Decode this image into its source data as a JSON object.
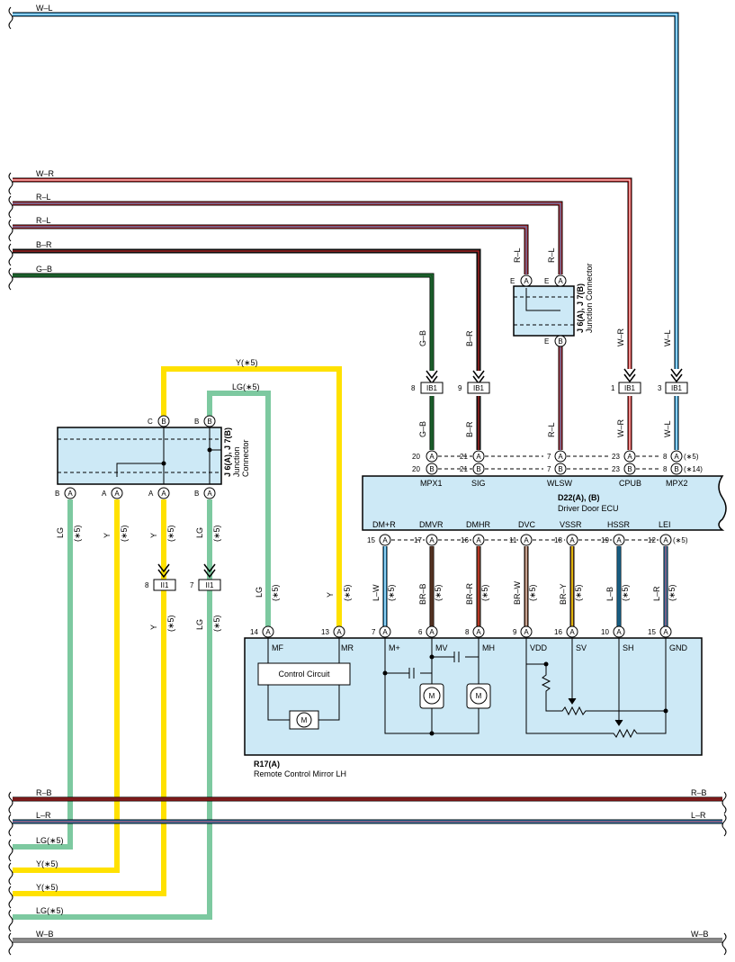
{
  "colors": {
    "W": "#ffffff",
    "B": "#1a1a1a",
    "L": "#1aa0e8",
    "R": "#e02020",
    "G": "#1e9e3c",
    "LG": "#7dc9a0",
    "Y": "#ffe100",
    "BR": "#8b4a2a",
    "panel": "#cde9f6",
    "outline": "#000000"
  },
  "wire_labels": {
    "top_wl": "W–L",
    "wr": "W–R",
    "rl1": "R–L",
    "rl2": "R–L",
    "br": "B–R",
    "gb": "G–B",
    "bottom_rb": "R–B",
    "bottom_lr": "L–R",
    "bottom_lg1": "LG(∗5)",
    "bottom_y1": "Y(∗5)",
    "bottom_y2": "Y(∗5)",
    "bottom_lg2": "LG(∗5)",
    "bottom_wb": "W–B",
    "y_top": "Y(∗5)",
    "lg_top": "LG(∗5)"
  },
  "components": {
    "j6_right": {
      "title": "J 6(A), J 7(B)",
      "sub": "Junction Connector"
    },
    "j6_left": {
      "title": "J 6(A), J 7(B)",
      "sub1": "Junction",
      "sub2": "Connector"
    },
    "ecu": {
      "title": "D22(A), (B)",
      "sub": "Driver Door ECU",
      "top_pins": [
        "MPX1",
        "SIG",
        "WLSW",
        "CPUB",
        "MPX2"
      ],
      "bottom_pins": [
        "DM+R",
        "DMVR",
        "DMHR",
        "DVC",
        "VSSR",
        "HSSR",
        "LEI"
      ]
    },
    "mirror": {
      "title": "R17(A)",
      "sub": "Remote Control Mirror LH",
      "pins": [
        "MF",
        "MR",
        "M+",
        "MV",
        "MH",
        "VDD",
        "SV",
        "SH",
        "GND"
      ],
      "control": "Control Circuit",
      "motor": "M"
    },
    "ib1": "IB1",
    "ii1": "II1"
  },
  "pin_numbers": {
    "ecu_top_a": [
      "20",
      "21",
      "7",
      "23",
      "8"
    ],
    "ecu_top_b": [
      "20",
      "21",
      "7",
      "23",
      "8"
    ],
    "ecu_bottom": [
      "15",
      "17",
      "16",
      "11",
      "18",
      "19",
      "12"
    ],
    "mirror": [
      "14",
      "13",
      "7",
      "6",
      "8",
      "9",
      "16",
      "10",
      "15"
    ],
    "ib1": [
      "8",
      "9",
      "1",
      "3"
    ],
    "ii1": [
      "8",
      "7"
    ],
    "notes": {
      "a5": "(∗5)",
      "b14": "(∗14)"
    }
  },
  "vertical_labels": {
    "ecu_lower": [
      {
        "w": "L–W",
        "n": "(∗5)"
      },
      {
        "w": "BR–B",
        "n": "(∗5)"
      },
      {
        "w": "BR–R",
        "n": "(∗5)"
      },
      {
        "w": "BR–W",
        "n": "(∗5)"
      },
      {
        "w": "BR–Y",
        "n": "(∗5)"
      },
      {
        "w": "L–B",
        "n": "(∗5)"
      },
      {
        "w": "L–R",
        "n": "(∗5)"
      }
    ],
    "upper": [
      "G–B",
      "B–R",
      "R–L",
      "R–L",
      "W–R",
      "W–L"
    ],
    "middle": [
      "G–B",
      "B–R",
      "R–L",
      "W–R",
      "W–L"
    ],
    "left_j": [
      {
        "w": "LG",
        "n": "(∗5)"
      },
      {
        "w": "Y",
        "n": "(∗5)"
      },
      {
        "w": "Y",
        "n": "(∗5)"
      },
      {
        "w": "LG",
        "n": "(∗5)"
      }
    ],
    "left_low": [
      {
        "w": "Y",
        "n": "(∗5)"
      },
      {
        "w": "LG",
        "n": "(∗5)"
      }
    ],
    "mirror_in": [
      {
        "w": "LG",
        "n": "(∗5)"
      },
      {
        "w": "Y",
        "n": "(∗5)"
      }
    ]
  },
  "connector_letters": {
    "A": "A",
    "B": "B",
    "C": "C",
    "E": "E"
  }
}
